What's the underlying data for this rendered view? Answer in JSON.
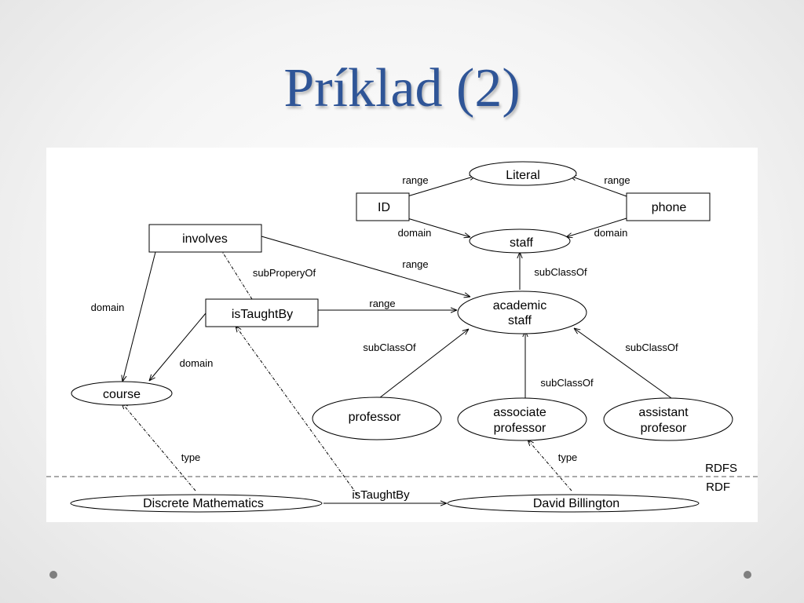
{
  "slide": {
    "title": "Príklad (2)"
  },
  "diagram": {
    "nodes": {
      "literal": "Literal",
      "id": "ID",
      "phone": "phone",
      "staff": "staff",
      "involves": "involves",
      "is_taught_by": "isTaughtBy",
      "academic_staff_line1": "academic",
      "academic_staff_line2": "staff",
      "course": "course",
      "professor": "professor",
      "associate_line1": "associate",
      "associate_line2": "professor",
      "assistant_line1": "assistant",
      "assistant_line2": "profesor",
      "discrete_math": "Discrete Mathematics",
      "david": "David Billington"
    },
    "edges": {
      "range_id_literal": "range",
      "range_phone_literal": "range",
      "domain_id_staff": "domain",
      "domain_phone_staff": "domain",
      "range_involves": "range",
      "subproperty": "subProperyOf",
      "subclass_academic_staff": "subClassOf",
      "range_taught": "range",
      "domain_involves": "domain",
      "domain_taught": "domain",
      "subclass_professor": "subClassOf",
      "subclass_assistant": "subClassOf",
      "subclass_associate": "subClassOf",
      "type_course": "type",
      "type_associate": "type",
      "instance_taught": "isTaughtBy"
    },
    "layers": {
      "rdfs": "RDFS",
      "rdf": "RDF"
    }
  }
}
